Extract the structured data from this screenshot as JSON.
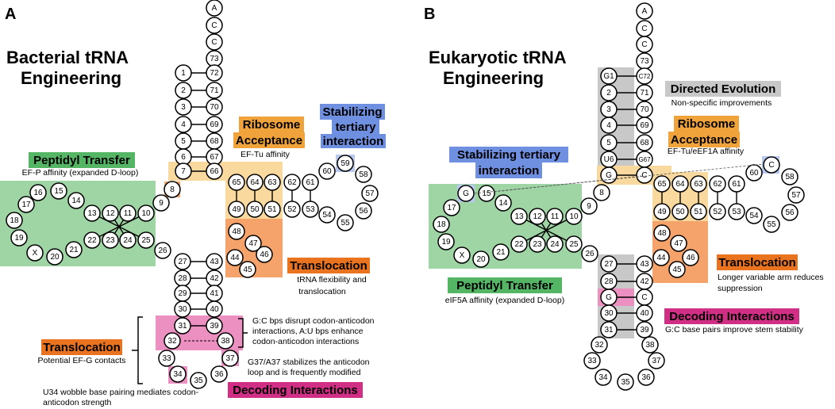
{
  "panels": {
    "a": {
      "letter": "A",
      "title_line1": "Bacterial tRNA",
      "title_line2": "Engineering",
      "ribosome": {
        "title1": "Ribosome",
        "title2": "Acceptance",
        "desc": "EF-Tu affinity"
      },
      "stabilizing": {
        "title1": "Stabilizing",
        "title2": "tertiary",
        "title3": "interaction"
      },
      "peptidyl": {
        "title": "Peptidyl Transfer",
        "desc": "EF-P affinity (expanded D-loop)"
      },
      "translocation_right": {
        "title": "Translocation",
        "desc1": "tRNA flexibility and",
        "desc2": "translocation"
      },
      "translocation_left": {
        "title": "Translocation",
        "desc": "Potential EF-G contacts"
      },
      "decoding": {
        "title": "Decoding Interactions"
      },
      "note_gc1": "G:C bps disrupt codon-anticodon",
      "note_gc2": "interactions, A:U bps enhance",
      "note_gc3": "codon-anticodon interactions",
      "note_g37_1": "G37/A37 stabilizes the anticodon",
      "note_g37_2": "loop and is frequently modified",
      "note_u34_1": "U34 wobble base pairing mediates codon-",
      "note_u34_2": "anticodon strength"
    },
    "b": {
      "letter": "B",
      "title_line1": "Eukaryotic tRNA",
      "title_line2": "Engineering",
      "directed": {
        "title": "Directed Evolution",
        "desc": "Non-specific improvements"
      },
      "ribosome": {
        "title1": "Ribosome",
        "title2": "Acceptance",
        "desc": "EF-Tu/eEF1A affinity"
      },
      "stabilizing": {
        "title1": "Stabilizing tertiary",
        "title2": "interaction"
      },
      "peptidyl": {
        "title": "Peptidyl Transfer",
        "desc": "eIF5A affinity (expanded D-loop)"
      },
      "translocation": {
        "title": "Translocation",
        "desc1": "Longer variable arm reduces",
        "desc2": "suppression"
      },
      "decoding": {
        "title": "Decoding Interactions",
        "desc": "G:C base pairs improve stem stability"
      }
    }
  },
  "colors": {
    "orange_label": "#f0a33a",
    "peach": "#f9d99d",
    "salmon": "#f5a36b",
    "green": "#9fd5a5",
    "green_label": "#54b665",
    "blue_label": "#6f8fe0",
    "pink": "#ec8fc1",
    "magenta_label": "#d12f85",
    "grey": "#c8c8c8",
    "translocation_label": "#e9731f",
    "light_blue": "#b8c8ee"
  },
  "nucleotides_a": [
    "A",
    "C",
    "C",
    "73",
    "1",
    "72",
    "2",
    "71",
    "3",
    "70",
    "4",
    "69",
    "5",
    "68",
    "6",
    "67",
    "7",
    "66",
    "8",
    "9",
    "10",
    "11",
    "12",
    "13",
    "14",
    "15",
    "16",
    "17",
    "18",
    "19",
    "X",
    "20",
    "21",
    "22",
    "23",
    "24",
    "25",
    "26",
    "27",
    "43",
    "28",
    "42",
    "29",
    "41",
    "30",
    "40",
    "31",
    "39",
    "32",
    "38",
    "33",
    "37",
    "34",
    "35",
    "36",
    "44",
    "45",
    "46",
    "47",
    "48",
    "49",
    "50",
    "51",
    "65",
    "64",
    "63",
    "52",
    "53",
    "62",
    "61",
    "54",
    "55",
    "56",
    "57",
    "58",
    "59",
    "60"
  ],
  "nucleotides_b": [
    "A",
    "C",
    "C",
    "73",
    "G1",
    "C72",
    "2",
    "71",
    "3",
    "70",
    "4",
    "69",
    "5",
    "68",
    "U6",
    "G67",
    "G",
    "C",
    "8",
    "9",
    "10",
    "11",
    "12",
    "13",
    "14",
    "15",
    "G",
    "17",
    "18",
    "19",
    "X",
    "20",
    "21",
    "22",
    "23",
    "24",
    "25",
    "26",
    "27",
    "43",
    "28",
    "42",
    "G",
    "C",
    "30",
    "40",
    "31",
    "39",
    "32",
    "38",
    "33",
    "37",
    "34",
    "35",
    "36",
    "44",
    "45",
    "46",
    "47",
    "48",
    "49",
    "50",
    "51",
    "65",
    "64",
    "63",
    "52",
    "53",
    "62",
    "61",
    "54",
    "55",
    "56",
    "57",
    "58",
    "C",
    "60"
  ]
}
